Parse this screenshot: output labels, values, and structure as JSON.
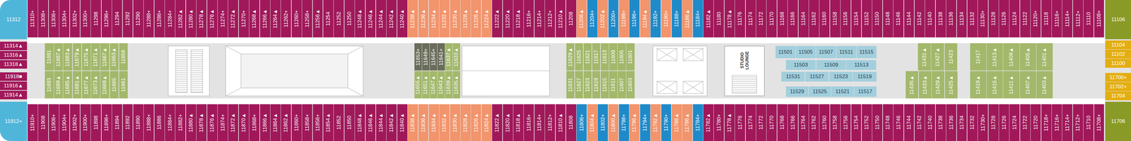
{
  "diagram": {
    "nodes": [
      {
        "text": [
          "11312"
        ]
      },
      {
        "text": [
          "11314▲"
        ]
      },
      {
        "text": [
          "11316▲"
        ]
      },
      {
        "text": [
          "11318▲"
        ]
      },
      {
        "text": [
          "11918■"
        ]
      },
      {
        "text": [
          "11916▲"
        ]
      },
      {
        "text": [
          "11914▲"
        ]
      },
      {
        "text": [
          "11912+"
        ]
      },
      {
        "text": [
          "11310+"
        ]
      },
      {
        "text": [
          "11308+"
        ]
      },
      {
        "text": [
          "11306+"
        ]
      },
      {
        "text": [
          "11304+"
        ]
      },
      {
        "text": [
          "11302+"
        ]
      },
      {
        "text": [
          "11300+"
        ]
      },
      {
        "text": [
          "11298"
        ]
      },
      {
        "text": [
          "11296+"
        ]
      },
      {
        "text": [
          "11294"
        ]
      },
      {
        "text": [
          "11292"
        ]
      },
      {
        "text": [
          "11290"
        ]
      },
      {
        "text": [
          "11288+"
        ]
      },
      {
        "text": [
          "11286+"
        ]
      },
      {
        "text": [
          "11284+"
        ]
      },
      {
        "text": [
          "11282▲"
        ]
      },
      {
        "text": [
          "11280▲"
        ]
      },
      {
        "text": [
          "11278▲"
        ]
      },
      {
        "text": [
          "11276▲"
        ]
      },
      {
        "text": [
          "11274+"
        ]
      },
      {
        "text": [
          "11272▲"
        ]
      },
      {
        "text": [
          "11270+"
        ]
      },
      {
        "text": [
          "11268▲"
        ]
      },
      {
        "text": [
          "11266▲"
        ]
      },
      {
        "text": [
          "11264▲"
        ]
      },
      {
        "text": [
          "11262+"
        ]
      },
      {
        "text": [
          "11260+"
        ]
      },
      {
        "text": [
          "11258+"
        ]
      },
      {
        "text": [
          "11256▲"
        ]
      },
      {
        "text": [
          "11254"
        ]
      },
      {
        "text": [
          "11252"
        ]
      },
      {
        "text": [
          "11250"
        ]
      },
      {
        "text": [
          "11248▲"
        ]
      },
      {
        "text": [
          "11246▲"
        ]
      },
      {
        "text": [
          "11244▲"
        ]
      },
      {
        "text": [
          "11242▲"
        ]
      },
      {
        "text": [
          "11240▲"
        ]
      },
      {
        "text": [
          "11238▲"
        ]
      },
      {
        "text": [
          "11236▲"
        ]
      },
      {
        "text": [
          "11234▲"
        ]
      },
      {
        "text": [
          "11232▲"
        ]
      },
      {
        "text": [
          "11230▲"
        ]
      },
      {
        "text": [
          "11228▲"
        ]
      },
      {
        "text": [
          "11226▲"
        ]
      },
      {
        "text": [
          "11224▲"
        ]
      },
      {
        "text": [
          "11222▲"
        ]
      },
      {
        "text": [
          "11220▲"
        ]
      },
      {
        "text": [
          "11218▲"
        ]
      },
      {
        "text": [
          "11216+"
        ]
      },
      {
        "text": [
          "11214+"
        ]
      },
      {
        "text": [
          "11212+"
        ]
      },
      {
        "text": [
          "11210▲"
        ]
      },
      {
        "text": [
          "11208"
        ]
      },
      {
        "text": [
          "11206▲"
        ]
      },
      {
        "text": [
          "11204+"
        ]
      },
      {
        "text": [
          "11202▲"
        ]
      },
      {
        "text": [
          "11200+"
        ]
      },
      {
        "text": [
          "11198+"
        ]
      },
      {
        "text": [
          "11196+"
        ]
      },
      {
        "text": [
          "11194▲"
        ]
      },
      {
        "text": [
          "11192+"
        ]
      },
      {
        "text": [
          "11190+"
        ]
      },
      {
        "text": [
          "11188+"
        ]
      },
      {
        "text": [
          "11186▲"
        ]
      },
      {
        "text": [
          "11184+"
        ]
      },
      {
        "text": [
          "11182▲"
        ]
      },
      {
        "text": [
          "11180"
        ]
      },
      {
        "text": [
          "11178▲"
        ]
      },
      {
        "text": [
          "11176"
        ]
      },
      {
        "text": [
          "11174"
        ]
      },
      {
        "text": [
          "11172"
        ]
      },
      {
        "text": [
          "11170"
        ]
      },
      {
        "text": [
          "11168"
        ]
      },
      {
        "text": [
          "11166"
        ]
      },
      {
        "text": [
          "11164"
        ]
      },
      {
        "text": [
          "11162"
        ]
      },
      {
        "text": [
          "11160"
        ]
      },
      {
        "text": [
          "11158"
        ]
      },
      {
        "text": [
          "11156"
        ]
      },
      {
        "text": [
          "11154"
        ]
      },
      {
        "text": [
          "11152"
        ]
      },
      {
        "text": [
          "11150"
        ]
      },
      {
        "text": [
          "11148"
        ]
      },
      {
        "text": [
          "11146"
        ]
      },
      {
        "text": [
          "11144"
        ]
      },
      {
        "text": [
          "11142"
        ]
      },
      {
        "text": [
          "11140"
        ]
      },
      {
        "text": [
          "11138"
        ]
      },
      {
        "text": [
          "11136"
        ]
      },
      {
        "text": [
          "11134"
        ]
      },
      {
        "text": [
          "11132"
        ]
      },
      {
        "text": [
          "11130+"
        ]
      },
      {
        "text": [
          "11128"
        ]
      },
      {
        "text": [
          "11126"
        ]
      },
      {
        "text": [
          "11124"
        ]
      },
      {
        "text": [
          "11122"
        ]
      },
      {
        "text": [
          "11120+"
        ]
      },
      {
        "text": [
          "11118"
        ]
      },
      {
        "text": [
          "11116+"
        ]
      },
      {
        "text": [
          "11114+"
        ]
      },
      {
        "text": [
          "11112+"
        ]
      },
      {
        "text": [
          "11110"
        ]
      },
      {
        "text": [
          "11108+"
        ]
      },
      {
        "text": [
          "11691"
        ]
      },
      {
        "text": [
          "11687▲"
        ]
      },
      {
        "text": [
          "11683▲"
        ]
      },
      {
        "text": [
          "11679▲"
        ]
      },
      {
        "text": [
          "11675▲"
        ]
      },
      {
        "text": [
          "11671▲"
        ]
      },
      {
        "text": [
          "11667▲"
        ]
      },
      {
        "text": [
          "11663▲"
        ]
      },
      {
        "text": [
          "11659"
        ]
      },
      {
        "text": [
          "11693"
        ]
      },
      {
        "text": [
          "11689▲"
        ]
      },
      {
        "text": [
          "11685▲"
        ]
      },
      {
        "text": [
          "11681▲"
        ]
      },
      {
        "text": [
          "11677▲"
        ]
      },
      {
        "text": [
          "11673▲"
        ]
      },
      {
        "text": [
          "11669▲"
        ]
      },
      {
        "text": [
          "11665"
        ]
      },
      {
        "text": [
          "11661"
        ]
      },
      {
        "text": [
          "11653+"
        ]
      },
      {
        "text": [
          "11649+"
        ]
      },
      {
        "text": [
          "11645+"
        ]
      },
      {
        "text": [
          "11641+"
        ]
      },
      {
        "text": [
          "11637▲"
        ]
      },
      {
        "text": [
          "11633▲"
        ]
      },
      {
        "text": [
          "11655▲"
        ]
      },
      {
        "text": [
          "11651▲"
        ]
      },
      {
        "text": [
          "11647▲"
        ]
      },
      {
        "text": [
          "11643▲"
        ]
      },
      {
        "text": [
          "11639▲"
        ]
      },
      {
        "text": [
          "11635▲"
        ]
      },
      {
        "text": [
          "11629▲"
        ]
      },
      {
        "text": [
          "11625"
        ]
      },
      {
        "text": [
          "11621"
        ]
      },
      {
        "text": [
          "11617"
        ]
      },
      {
        "text": [
          "11613"
        ]
      },
      {
        "text": [
          "11609"
        ]
      },
      {
        "text": [
          "11605"
        ]
      },
      {
        "text": [
          "11601"
        ]
      },
      {
        "text": [
          "11631"
        ]
      },
      {
        "text": [
          "11627"
        ]
      },
      {
        "text": [
          "11623"
        ]
      },
      {
        "text": [
          "11619"
        ]
      },
      {
        "text": [
          "11615"
        ]
      },
      {
        "text": [
          "11611"
        ]
      },
      {
        "text": [
          "11607"
        ]
      },
      {
        "text": [
          "11603"
        ]
      },
      {
        "text": [
          "STUDIO LOUNGE"
        ]
      },
      {
        "text": [
          "11501"
        ]
      },
      {
        "text": [
          "11505"
        ]
      },
      {
        "text": [
          "11507"
        ]
      },
      {
        "text": [
          "11511"
        ]
      },
      {
        "text": [
          "11515"
        ]
      },
      {
        "text": [
          "11503"
        ]
      },
      {
        "text": [
          "11509"
        ]
      },
      {
        "text": [
          "11513"
        ]
      },
      {
        "text": [
          "11531"
        ]
      },
      {
        "text": [
          "11527"
        ]
      },
      {
        "text": [
          "11523"
        ]
      },
      {
        "text": [
          "11519"
        ]
      },
      {
        "text": [
          "11529"
        ]
      },
      {
        "text": [
          "11525"
        ]
      },
      {
        "text": [
          "11521"
        ]
      },
      {
        "text": [
          "11517"
        ]
      },
      {
        "text": [
          "11431▲"
        ]
      },
      {
        "text": [
          "11427▲"
        ]
      },
      {
        "text": [
          "11423"
        ]
      },
      {
        "text": [
          "11435▲"
        ]
      },
      {
        "text": [
          "11433▲"
        ]
      },
      {
        "text": [
          "11429▲"
        ]
      },
      {
        "text": [
          "11425▲"
        ]
      },
      {
        "text": [
          "11417"
        ]
      },
      {
        "text": [
          "11413▲"
        ]
      },
      {
        "text": [
          "11409▲"
        ]
      },
      {
        "text": [
          "11405▲"
        ]
      },
      {
        "text": [
          "11401▲"
        ]
      },
      {
        "text": [
          "11419▲"
        ]
      },
      {
        "text": [
          "11415▲"
        ]
      },
      {
        "text": [
          "11411▲"
        ]
      },
      {
        "text": [
          "11407▲"
        ]
      },
      {
        "text": [
          "11403▲"
        ]
      },
      {
        "text": [
          "11910+"
        ]
      },
      {
        "text": [
          "11908"
        ]
      },
      {
        "text": [
          "11906+"
        ]
      },
      {
        "text": [
          "11904+"
        ]
      },
      {
        "text": [
          "11902+"
        ]
      },
      {
        "text": [
          "11900+"
        ]
      },
      {
        "text": [
          "11898"
        ]
      },
      {
        "text": [
          "11896+"
        ]
      },
      {
        "text": [
          "11894"
        ]
      },
      {
        "text": [
          "11892"
        ]
      },
      {
        "text": [
          "11890"
        ]
      },
      {
        "text": [
          "11888+"
        ]
      },
      {
        "text": [
          "11886"
        ]
      },
      {
        "text": [
          "11884+"
        ]
      },
      {
        "text": [
          "11882+"
        ]
      },
      {
        "text": [
          "11880▲"
        ]
      },
      {
        "text": [
          "11878▲"
        ]
      },
      {
        "text": [
          "11876▲"
        ]
      },
      {
        "text": [
          "11874+"
        ]
      },
      {
        "text": [
          "11872▲"
        ]
      },
      {
        "text": [
          "11870▲"
        ]
      },
      {
        "text": [
          "11868+"
        ]
      },
      {
        "text": [
          "11866▲"
        ]
      },
      {
        "text": [
          "11864▲"
        ]
      },
      {
        "text": [
          "11862▲"
        ]
      },
      {
        "text": [
          "11860+"
        ]
      },
      {
        "text": [
          "11858+"
        ]
      },
      {
        "text": [
          "11856+"
        ]
      },
      {
        "text": [
          "11854▲"
        ]
      },
      {
        "text": [
          "11852"
        ]
      },
      {
        "text": [
          "11850"
        ]
      },
      {
        "text": [
          "11848▲"
        ]
      },
      {
        "text": [
          "11846▲"
        ]
      },
      {
        "text": [
          "11844▲"
        ]
      },
      {
        "text": [
          "11842▲"
        ]
      },
      {
        "text": [
          "11840▲"
        ]
      },
      {
        "text": [
          "11838▲"
        ]
      },
      {
        "text": [
          "11836▲"
        ]
      },
      {
        "text": [
          "11834▲"
        ]
      },
      {
        "text": [
          "11832▲"
        ]
      },
      {
        "text": [
          "11830▲"
        ]
      },
      {
        "text": [
          "11828▲"
        ]
      },
      {
        "text": [
          "11826▲"
        ]
      },
      {
        "text": [
          "11824▲"
        ]
      },
      {
        "text": [
          "11822▲"
        ]
      },
      {
        "text": [
          "11820▲"
        ]
      },
      {
        "text": [
          "11818▲"
        ]
      },
      {
        "text": [
          "11816+"
        ]
      },
      {
        "text": [
          "11814+"
        ]
      },
      {
        "text": [
          "11812+"
        ]
      },
      {
        "text": [
          "11810▲"
        ]
      },
      {
        "text": [
          "11808"
        ]
      },
      {
        "text": [
          "11806+"
        ]
      },
      {
        "text": [
          "11804▲"
        ]
      },
      {
        "text": [
          "11802+"
        ]
      },
      {
        "text": [
          "11800▲"
        ]
      },
      {
        "text": [
          "11798+"
        ]
      },
      {
        "text": [
          "11796▲"
        ]
      },
      {
        "text": [
          "11794+"
        ]
      },
      {
        "text": [
          "11792▲"
        ]
      },
      {
        "text": [
          "11790+"
        ]
      },
      {
        "text": [
          "11788▲"
        ]
      },
      {
        "text": [
          "11786▲"
        ]
      },
      {
        "text": [
          "11784+"
        ]
      },
      {
        "text": [
          "11782▲"
        ]
      },
      {
        "text": [
          "11780+"
        ]
      },
      {
        "text": [
          "11778▲"
        ]
      },
      {
        "text": [
          "11776"
        ]
      },
      {
        "text": [
          "11774"
        ]
      },
      {
        "text": [
          "11772"
        ]
      },
      {
        "text": [
          "11770"
        ]
      },
      {
        "text": [
          "11768"
        ]
      },
      {
        "text": [
          "11766"
        ]
      },
      {
        "text": [
          "11764"
        ]
      },
      {
        "text": [
          "11762"
        ]
      },
      {
        "text": [
          "11760"
        ]
      },
      {
        "text": [
          "11758"
        ]
      },
      {
        "text": [
          "11756"
        ]
      },
      {
        "text": [
          "11754"
        ]
      },
      {
        "text": [
          "11752"
        ]
      },
      {
        "text": [
          "11750"
        ]
      },
      {
        "text": [
          "11748"
        ]
      },
      {
        "text": [
          "11746"
        ]
      },
      {
        "text": [
          "11744"
        ]
      },
      {
        "text": [
          "11742"
        ]
      },
      {
        "text": [
          "11740"
        ]
      },
      {
        "text": [
          "11738"
        ]
      },
      {
        "text": [
          "11736"
        ]
      },
      {
        "text": [
          "11734"
        ]
      },
      {
        "text": [
          "11732"
        ]
      },
      {
        "text": [
          "11730+"
        ]
      },
      {
        "text": [
          "11728"
        ]
      },
      {
        "text": [
          "11726"
        ]
      },
      {
        "text": [
          "11724"
        ]
      },
      {
        "text": [
          "11722"
        ]
      },
      {
        "text": [
          "11720"
        ]
      },
      {
        "text": [
          "11718+"
        ]
      },
      {
        "text": [
          "11716+"
        ]
      },
      {
        "text": [
          "11714+"
        ]
      },
      {
        "text": [
          "11712+"
        ]
      },
      {
        "text": [
          "11710"
        ]
      },
      {
        "text": [
          "11708+"
        ]
      },
      {
        "text": [
          "11106"
        ]
      },
      {
        "text": [
          "11104"
        ]
      },
      {
        "text": [
          "11102"
        ]
      },
      {
        "text": [
          "11100"
        ]
      },
      {
        "text": [
          "11700+"
        ]
      },
      {
        "text": [
          "11702+"
        ]
      },
      {
        "text": [
          "11704"
        ]
      },
      {
        "text": [
          "11706"
        ]
      }
    ]
  }
}
